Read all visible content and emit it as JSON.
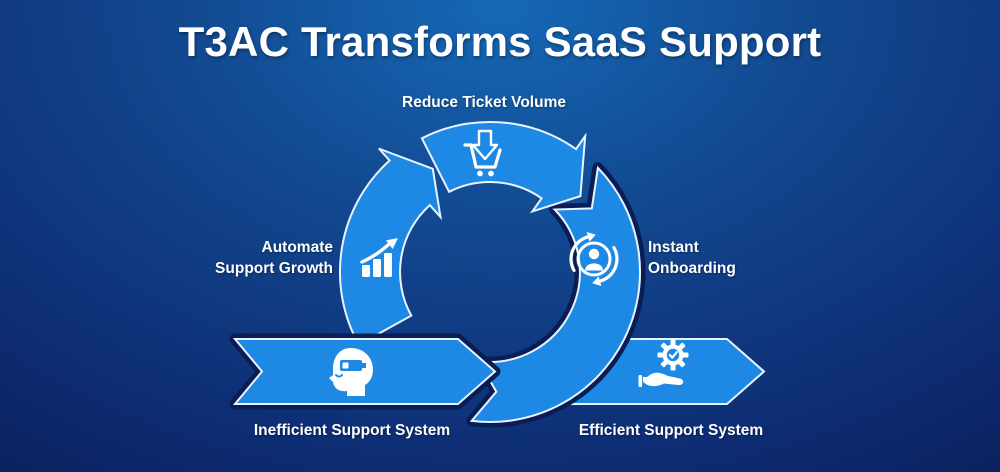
{
  "title": "T3AC Transforms SaaS Support",
  "cycle": {
    "top": {
      "label": "Reduce Ticket Volume",
      "icon": "cart-arrow-down-icon"
    },
    "left": {
      "label": "Automate\nSupport Growth",
      "icon": "growth-chart-icon"
    },
    "right": {
      "label": "Instant\nOnboarding",
      "icon": "user-sync-icon"
    }
  },
  "banners": {
    "left": {
      "label": "Inefficient Support System",
      "icon": "tired-head-battery-icon"
    },
    "right": {
      "label": "Efficient Support System",
      "icon": "hand-gear-check-icon"
    }
  },
  "colors": {
    "accent_blue": "#1e88e5",
    "background_light": "#1568b6",
    "background_dark": "#0a1140",
    "outline": "#ffffff",
    "text": "#ffffff"
  }
}
